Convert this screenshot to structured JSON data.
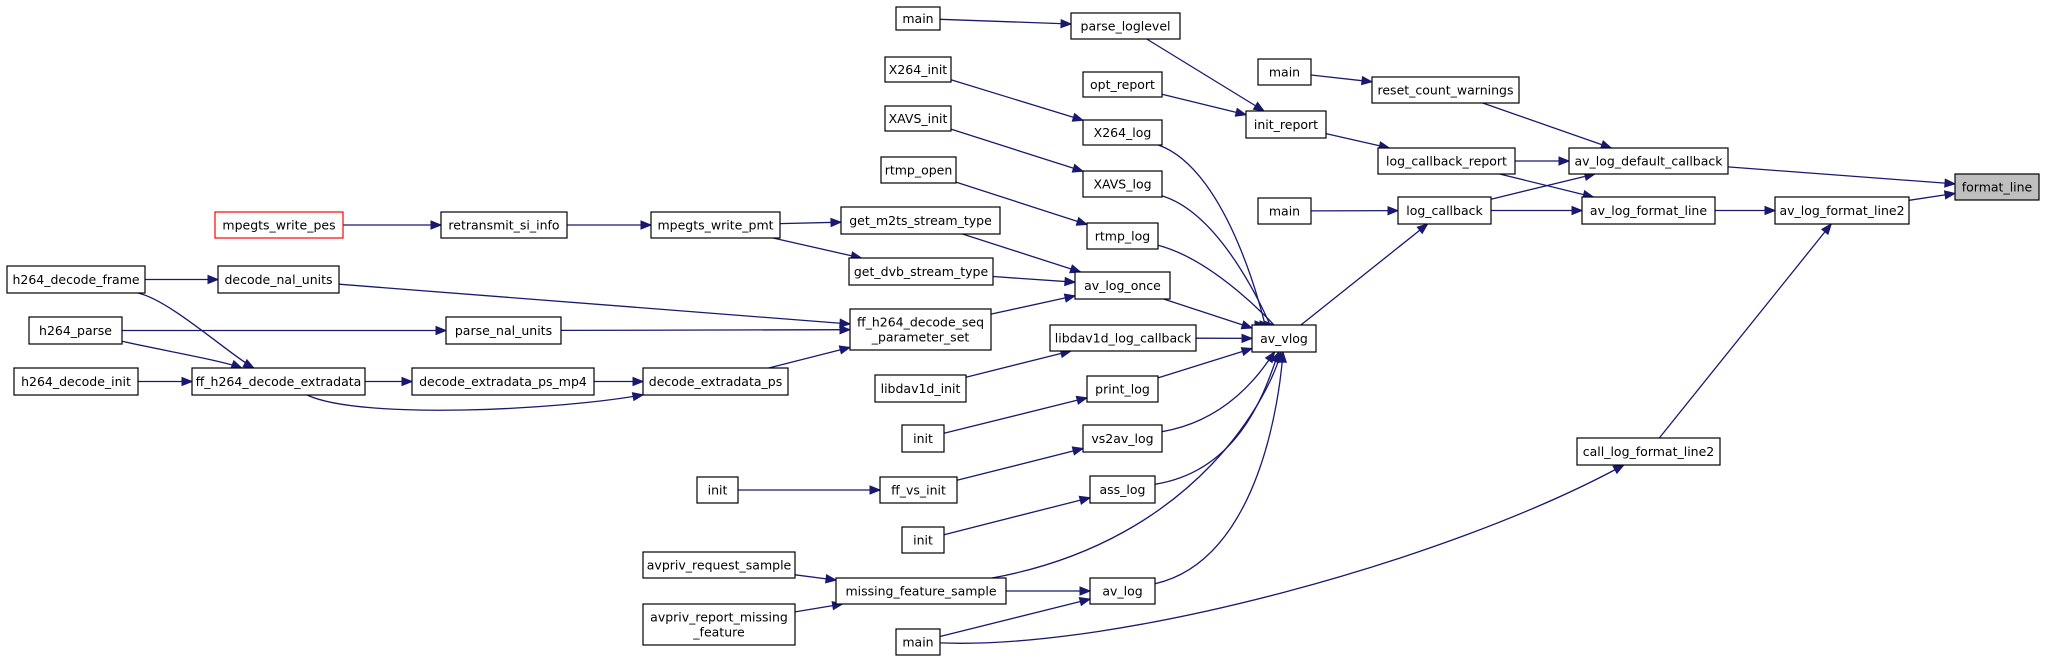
{
  "colors": {
    "edge": "#191970",
    "node_border": "#000000",
    "highlight_border": "#ff0000",
    "root_fill": "#bfbfbf",
    "background": "#ffffff"
  },
  "nodes": [
    {
      "id": "main1",
      "lines": [
        "main"
      ],
      "style": "normal"
    },
    {
      "id": "parse_loglevel",
      "lines": [
        "parse_loglevel"
      ],
      "style": "normal"
    },
    {
      "id": "x264_init",
      "lines": [
        "X264_init"
      ],
      "style": "normal"
    },
    {
      "id": "opt_report",
      "lines": [
        "opt_report"
      ],
      "style": "normal"
    },
    {
      "id": "main2",
      "lines": [
        "main"
      ],
      "style": "normal"
    },
    {
      "id": "reset_count_warnings",
      "lines": [
        "reset_count_warnings"
      ],
      "style": "normal"
    },
    {
      "id": "xavs_init",
      "lines": [
        "XAVS_init"
      ],
      "style": "normal"
    },
    {
      "id": "x264_log",
      "lines": [
        "X264_log"
      ],
      "style": "normal"
    },
    {
      "id": "init_report",
      "lines": [
        "init_report"
      ],
      "style": "normal"
    },
    {
      "id": "av_log_default_callback",
      "lines": [
        "av_log_default_callback"
      ],
      "style": "normal"
    },
    {
      "id": "log_callback_report",
      "lines": [
        "log_callback_report"
      ],
      "style": "normal"
    },
    {
      "id": "rtmp_open",
      "lines": [
        "rtmp_open"
      ],
      "style": "normal"
    },
    {
      "id": "xavs_log",
      "lines": [
        "XAVS_log"
      ],
      "style": "normal"
    },
    {
      "id": "format_line",
      "lines": [
        "format_line"
      ],
      "style": "root"
    },
    {
      "id": "main3",
      "lines": [
        "main"
      ],
      "style": "normal"
    },
    {
      "id": "log_callback",
      "lines": [
        "log_callback"
      ],
      "style": "normal"
    },
    {
      "id": "av_log_format_line",
      "lines": [
        "av_log_format_line"
      ],
      "style": "normal"
    },
    {
      "id": "av_log_format_line2",
      "lines": [
        "av_log_format_line2"
      ],
      "style": "normal"
    },
    {
      "id": "mpegts_write_pes",
      "lines": [
        "mpegts_write_pes"
      ],
      "style": "highlight"
    },
    {
      "id": "retransmit_si_info",
      "lines": [
        "retransmit_si_info"
      ],
      "style": "normal"
    },
    {
      "id": "mpegts_write_pmt",
      "lines": [
        "mpegts_write_pmt"
      ],
      "style": "normal"
    },
    {
      "id": "get_m2ts_stream_type",
      "lines": [
        "get_m2ts_stream_type"
      ],
      "style": "normal"
    },
    {
      "id": "rtmp_log",
      "lines": [
        "rtmp_log"
      ],
      "style": "normal"
    },
    {
      "id": "get_dvb_stream_type",
      "lines": [
        "get_dvb_stream_type"
      ],
      "style": "normal"
    },
    {
      "id": "h264_decode_frame",
      "lines": [
        "h264_decode_frame"
      ],
      "style": "normal"
    },
    {
      "id": "decode_nal_units",
      "lines": [
        "decode_nal_units"
      ],
      "style": "normal"
    },
    {
      "id": "av_log_once",
      "lines": [
        "av_log_once"
      ],
      "style": "normal"
    },
    {
      "id": "ff_h264_decode_seq_parameter_set",
      "lines": [
        "ff_h264_decode_seq",
        "_parameter_set"
      ],
      "style": "normal"
    },
    {
      "id": "h264_parse",
      "lines": [
        "h264_parse"
      ],
      "style": "normal"
    },
    {
      "id": "parse_nal_units",
      "lines": [
        "parse_nal_units"
      ],
      "style": "normal"
    },
    {
      "id": "libdav1d_log_callback",
      "lines": [
        "libdav1d_log_callback"
      ],
      "style": "normal"
    },
    {
      "id": "av_vlog",
      "lines": [
        "av_vlog"
      ],
      "style": "normal"
    },
    {
      "id": "h264_decode_init",
      "lines": [
        "h264_decode_init"
      ],
      "style": "normal"
    },
    {
      "id": "ff_h264_decode_extradata",
      "lines": [
        "ff_h264_decode_extradata"
      ],
      "style": "normal"
    },
    {
      "id": "decode_extradata_ps_mp4",
      "lines": [
        "decode_extradata_ps_mp4"
      ],
      "style": "normal"
    },
    {
      "id": "decode_extradata_ps",
      "lines": [
        "decode_extradata_ps"
      ],
      "style": "normal"
    },
    {
      "id": "libdav1d_init",
      "lines": [
        "libdav1d_init"
      ],
      "style": "normal"
    },
    {
      "id": "print_log",
      "lines": [
        "print_log"
      ],
      "style": "normal"
    },
    {
      "id": "init1",
      "lines": [
        "init"
      ],
      "style": "normal"
    },
    {
      "id": "vs2av_log",
      "lines": [
        "vs2av_log"
      ],
      "style": "normal"
    },
    {
      "id": "call_log_format_line2",
      "lines": [
        "call_log_format_line2"
      ],
      "style": "normal"
    },
    {
      "id": "init2",
      "lines": [
        "init"
      ],
      "style": "normal"
    },
    {
      "id": "ff_vs_init",
      "lines": [
        "ff_vs_init"
      ],
      "style": "normal"
    },
    {
      "id": "ass_log",
      "lines": [
        "ass_log"
      ],
      "style": "normal"
    },
    {
      "id": "init3",
      "lines": [
        "init"
      ],
      "style": "normal"
    },
    {
      "id": "avpriv_request_sample",
      "lines": [
        "avpriv_request_sample"
      ],
      "style": "normal"
    },
    {
      "id": "missing_feature_sample",
      "lines": [
        "missing_feature_sample"
      ],
      "style": "normal"
    },
    {
      "id": "av_log",
      "lines": [
        "av_log"
      ],
      "style": "normal"
    },
    {
      "id": "avpriv_report_missing_feature",
      "lines": [
        "avpriv_report_missing",
        "_feature"
      ],
      "style": "normal"
    },
    {
      "id": "main4",
      "lines": [
        "main"
      ],
      "style": "normal"
    }
  ],
  "edges": [
    {
      "from": "main1",
      "to": "parse_loglevel"
    },
    {
      "from": "parse_loglevel",
      "to": "init_report"
    },
    {
      "from": "opt_report",
      "to": "init_report"
    },
    {
      "from": "init_report",
      "to": "log_callback_report"
    },
    {
      "from": "main2",
      "to": "reset_count_warnings"
    },
    {
      "from": "reset_count_warnings",
      "to": "av_log_default_callback"
    },
    {
      "from": "log_callback_report",
      "to": "av_log_default_callback"
    },
    {
      "from": "log_callback_report",
      "to": "av_log_format_line"
    },
    {
      "from": "av_log_default_callback",
      "to": "format_line"
    },
    {
      "from": "av_log_format_line2",
      "to": "format_line"
    },
    {
      "from": "av_log_format_line",
      "to": "av_log_format_line2"
    },
    {
      "from": "call_log_format_line2",
      "to": "av_log_format_line2"
    },
    {
      "from": "main3",
      "to": "log_callback"
    },
    {
      "from": "log_callback",
      "to": "av_log_default_callback"
    },
    {
      "from": "log_callback",
      "to": "av_log_format_line"
    },
    {
      "from": "av_vlog",
      "to": "log_callback"
    },
    {
      "from": "x264_init",
      "to": "x264_log"
    },
    {
      "from": "x264_log",
      "to": "av_vlog"
    },
    {
      "from": "xavs_init",
      "to": "xavs_log"
    },
    {
      "from": "xavs_log",
      "to": "av_vlog"
    },
    {
      "from": "rtmp_open",
      "to": "rtmp_log"
    },
    {
      "from": "rtmp_log",
      "to": "av_vlog"
    },
    {
      "from": "mpegts_write_pes",
      "to": "retransmit_si_info"
    },
    {
      "from": "retransmit_si_info",
      "to": "mpegts_write_pmt"
    },
    {
      "from": "mpegts_write_pmt",
      "to": "get_m2ts_stream_type"
    },
    {
      "from": "mpegts_write_pmt",
      "to": "get_dvb_stream_type"
    },
    {
      "from": "get_m2ts_stream_type",
      "to": "av_log_once"
    },
    {
      "from": "get_dvb_stream_type",
      "to": "av_log_once"
    },
    {
      "from": "av_log_once",
      "to": "av_vlog"
    },
    {
      "from": "h264_decode_frame",
      "to": "decode_nal_units"
    },
    {
      "from": "h264_decode_frame",
      "to": "ff_h264_decode_extradata"
    },
    {
      "from": "decode_nal_units",
      "to": "ff_h264_decode_seq_parameter_set"
    },
    {
      "from": "ff_h264_decode_seq_parameter_set",
      "to": "av_log_once"
    },
    {
      "from": "h264_parse",
      "to": "parse_nal_units"
    },
    {
      "from": "h264_parse",
      "to": "ff_h264_decode_extradata"
    },
    {
      "from": "parse_nal_units",
      "to": "ff_h264_decode_seq_parameter_set"
    },
    {
      "from": "h264_decode_init",
      "to": "ff_h264_decode_extradata"
    },
    {
      "from": "ff_h264_decode_extradata",
      "to": "decode_extradata_ps_mp4"
    },
    {
      "from": "ff_h264_decode_extradata",
      "to": "decode_extradata_ps"
    },
    {
      "from": "decode_extradata_ps_mp4",
      "to": "decode_extradata_ps"
    },
    {
      "from": "decode_extradata_ps",
      "to": "ff_h264_decode_seq_parameter_set"
    },
    {
      "from": "libdav1d_log_callback",
      "to": "av_vlog"
    },
    {
      "from": "libdav1d_init",
      "to": "libdav1d_log_callback"
    },
    {
      "from": "print_log",
      "to": "av_vlog"
    },
    {
      "from": "init1",
      "to": "print_log"
    },
    {
      "from": "vs2av_log",
      "to": "av_vlog"
    },
    {
      "from": "ff_vs_init",
      "to": "vs2av_log"
    },
    {
      "from": "init2",
      "to": "ff_vs_init"
    },
    {
      "from": "ass_log",
      "to": "av_vlog"
    },
    {
      "from": "init3",
      "to": "ass_log"
    },
    {
      "from": "missing_feature_sample",
      "to": "av_vlog"
    },
    {
      "from": "missing_feature_sample",
      "to": "av_log"
    },
    {
      "from": "avpriv_request_sample",
      "to": "missing_feature_sample"
    },
    {
      "from": "avpriv_report_missing_feature",
      "to": "missing_feature_sample"
    },
    {
      "from": "av_log",
      "to": "av_vlog"
    },
    {
      "from": "main4",
      "to": "av_log"
    },
    {
      "from": "main4",
      "to": "call_log_format_line2"
    }
  ]
}
